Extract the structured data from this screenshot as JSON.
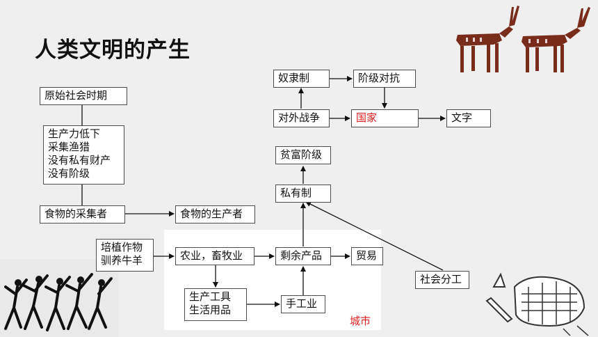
{
  "title": "人类文明的产生",
  "city_label": "城市",
  "nodes": {
    "primitive_society": "原始社会时期",
    "conditions": [
      "生产力低下",
      "采集渔猎",
      "没有私有财产",
      "没有阶级"
    ],
    "food_gatherer": "食物的采集者",
    "food_producer": "食物的生产者",
    "cultivation": [
      "培植作物",
      "驯养牛羊"
    ],
    "agriculture": "农业，畜牧业",
    "surplus": "剩余产品",
    "trade": "贸易",
    "tools": [
      "生产工具",
      "生活用品"
    ],
    "handicraft": "手工业",
    "social_division": "社会分工",
    "private_ownership": "私有制",
    "rich_poor_class": "贫富阶级",
    "foreign_war": "对外战争",
    "state": "国家",
    "writing": "文字",
    "slavery": "奴隶制",
    "class_conflict": "阶级对抗"
  },
  "colors": {
    "highlight_text": "#e02020",
    "box_border": "#4d4d4d",
    "background": "#efefef"
  }
}
